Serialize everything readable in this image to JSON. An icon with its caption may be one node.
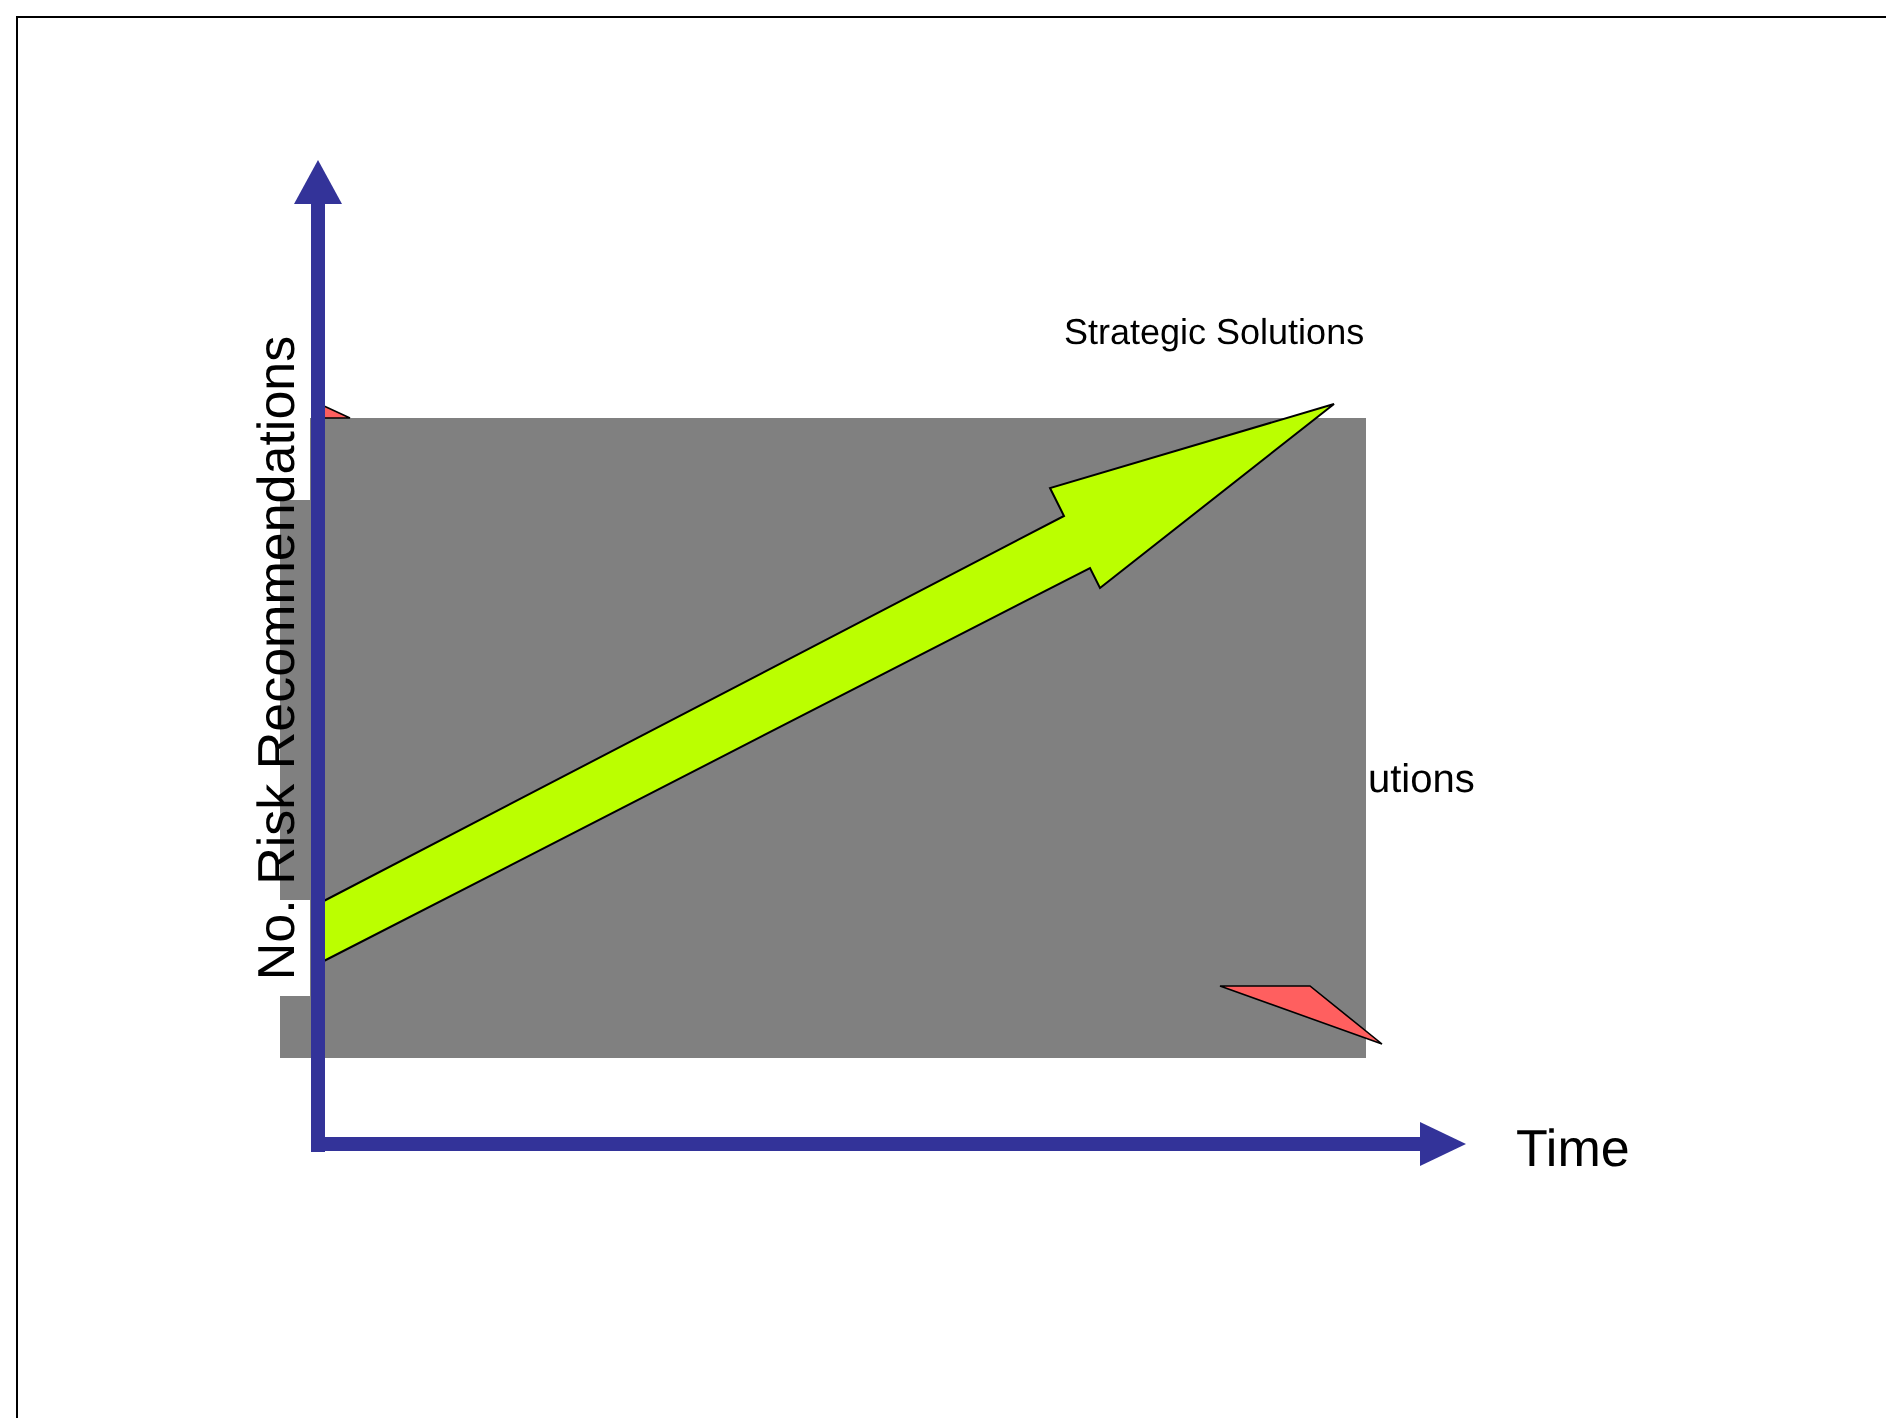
{
  "diagram": {
    "labels": [
      "No. Risk Recommendations",
      "Strategic Solutions",
      "utions",
      "Time"
    ]
  }
}
